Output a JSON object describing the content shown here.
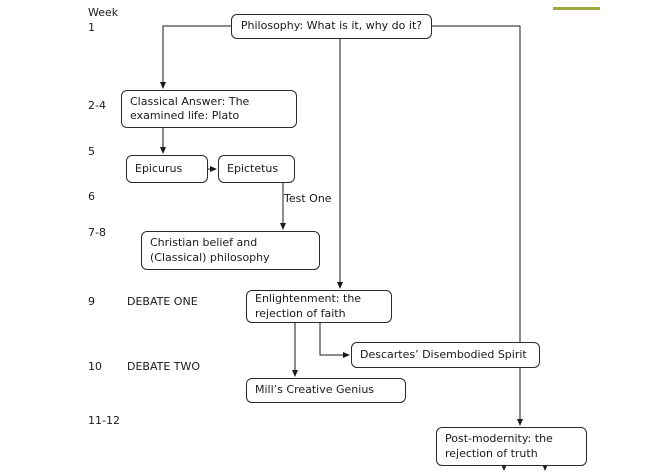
{
  "accent_bar": {
    "color": "#9fa838"
  },
  "week_column": {
    "rows": [
      {
        "week": "Week\n1"
      },
      {
        "week": "2-4"
      },
      {
        "week": "5"
      },
      {
        "week": "6"
      },
      {
        "week": "7-8"
      },
      {
        "week": "9",
        "note": "DEBATE ONE"
      },
      {
        "week": "10",
        "note": "DEBATE TWO"
      },
      {
        "week": "11-12"
      }
    ]
  },
  "nodes": {
    "philosophy": {
      "label": "Philosophy: What is it, why do it?"
    },
    "classical": {
      "label": "Classical Answer: The\nexamined life: Plato"
    },
    "epicurus": {
      "label": "Epicurus"
    },
    "epictetus": {
      "label": "Epictetus"
    },
    "christian": {
      "label": "Christian belief and\n(Classical) philosophy"
    },
    "enlightenment": {
      "label": "Enlightenment: the\nrejection of faith"
    },
    "descartes": {
      "label": "Descartes’ Disembodied Spirit"
    },
    "mill": {
      "label": "Mill’s Creative Genius"
    },
    "postmodernity": {
      "label": "Post-modernity: the\nrejection of truth"
    }
  },
  "floating_labels": {
    "test_one": "Test One"
  },
  "colors": {
    "line": "#1a1a1a",
    "box_border": "#2a2a2a",
    "background": "#ffffff"
  }
}
